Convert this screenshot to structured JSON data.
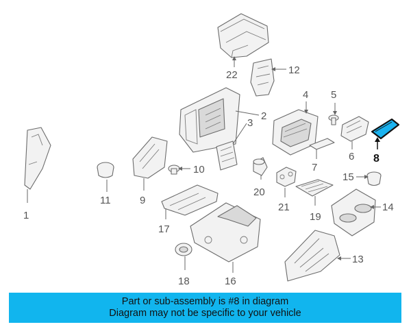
{
  "callouts": {
    "c1": "1",
    "c2": "2",
    "c3": "3",
    "c4": "4",
    "c5": "5",
    "c6": "6",
    "c7": "7",
    "c8": "8",
    "c9": "9",
    "c10": "10",
    "c11": "11",
    "c12": "12",
    "c13": "13",
    "c14": "14",
    "c15": "15",
    "c16": "16",
    "c17": "17",
    "c18": "18",
    "c19": "19",
    "c20": "20",
    "c21": "21",
    "c22": "22"
  },
  "highlight": {
    "part_number": "8",
    "color": "#1ab3f0"
  },
  "banner": {
    "line1": "Part or sub-assembly is #8 in diagram",
    "line2": "Diagram may not be specific to your vehicle",
    "background": "#11b5ee"
  }
}
